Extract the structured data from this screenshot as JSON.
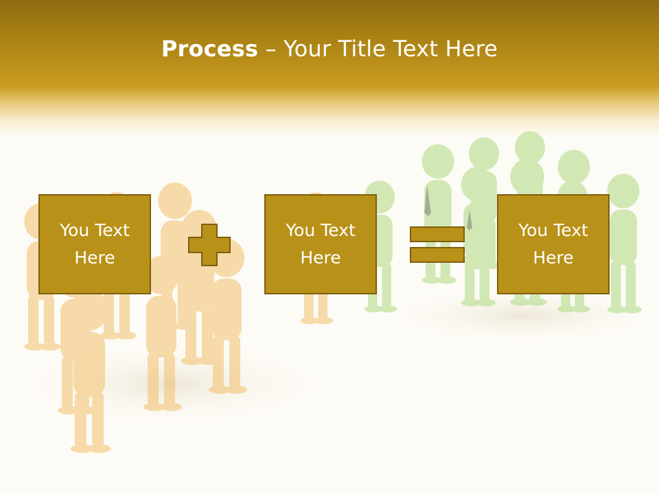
{
  "slide": {
    "title_bold": "Process",
    "title_rest": " – Your Title Text Here",
    "boxes": [
      {
        "text": "You Text Here"
      },
      {
        "text": "You Text Here"
      },
      {
        "text": "You Text Here"
      }
    ],
    "operators": [
      "plus-icon",
      "equals-icon"
    ]
  },
  "colors": {
    "header_dark": "#8e6a12",
    "header_gold": "#c99b1f",
    "box_fill": "#b89118",
    "box_border": "#7d5e0c",
    "text": "#ffffff",
    "people_orange": "#f0c06a",
    "people_green": "#b5dd8c"
  }
}
